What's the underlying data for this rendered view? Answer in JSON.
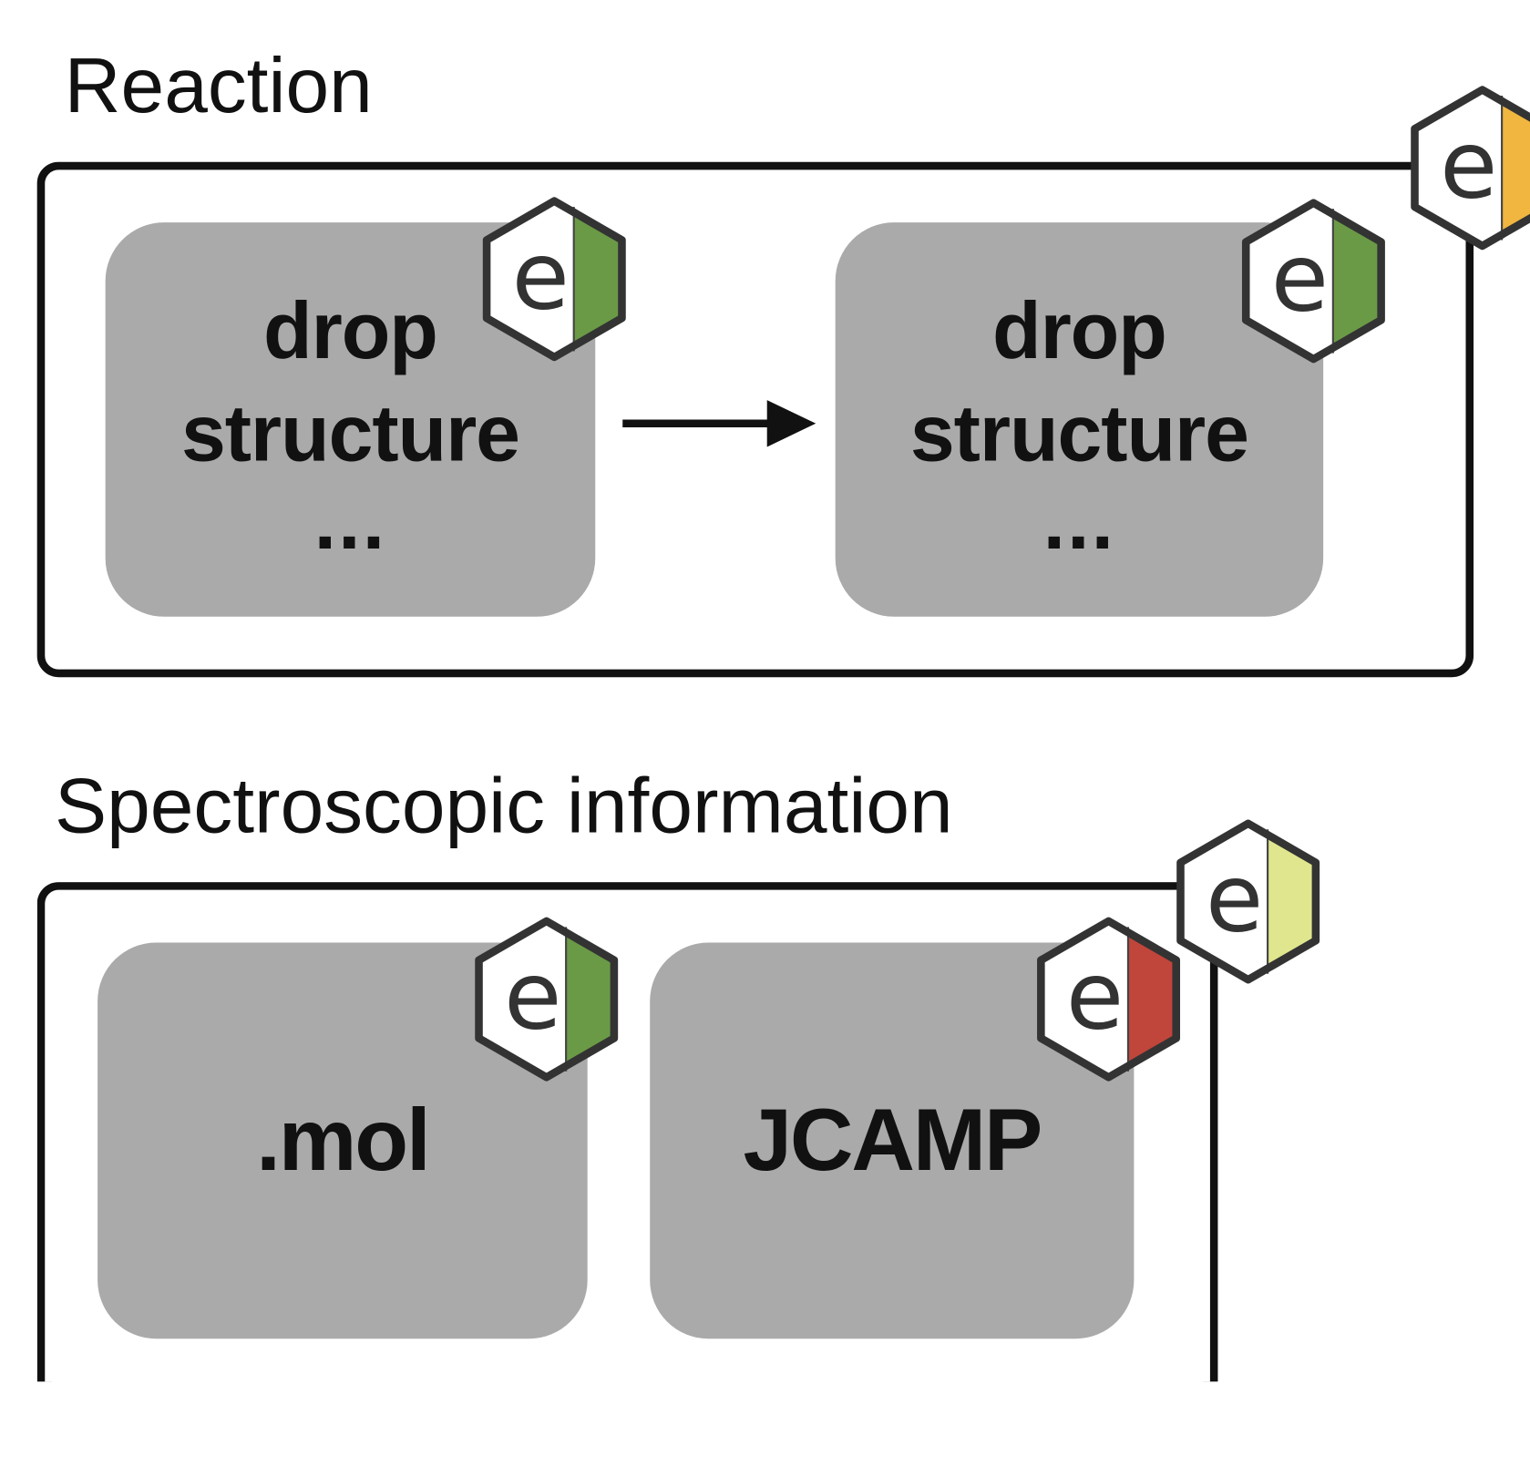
{
  "reaction": {
    "title": "Reaction",
    "reactant_card": {
      "line1": "drop",
      "line2": "structure",
      "ellipsis": "..."
    },
    "product_card": {
      "line1": "drop",
      "line2": "structure",
      "ellipsis": "..."
    },
    "badge_letter": "e"
  },
  "spectroscopic": {
    "title": "Spectroscopic information",
    "mol_card": {
      "label": ".mol"
    },
    "jcamp_card": {
      "label": "JCAMP"
    }
  },
  "colors": {
    "card_gray": "#aaaaaa",
    "status_green": "#6a9a46",
    "status_orange": "#f0b640",
    "status_yellow": "#e0e68e",
    "status_red": "#c0453a",
    "outline": "#333333"
  },
  "badges": {
    "reaction_frame": "orange",
    "reactant_card": "green",
    "product_card": "green",
    "spectroscopic_frame": "yellow",
    "mol_card": "green",
    "jcamp_card": "red"
  }
}
